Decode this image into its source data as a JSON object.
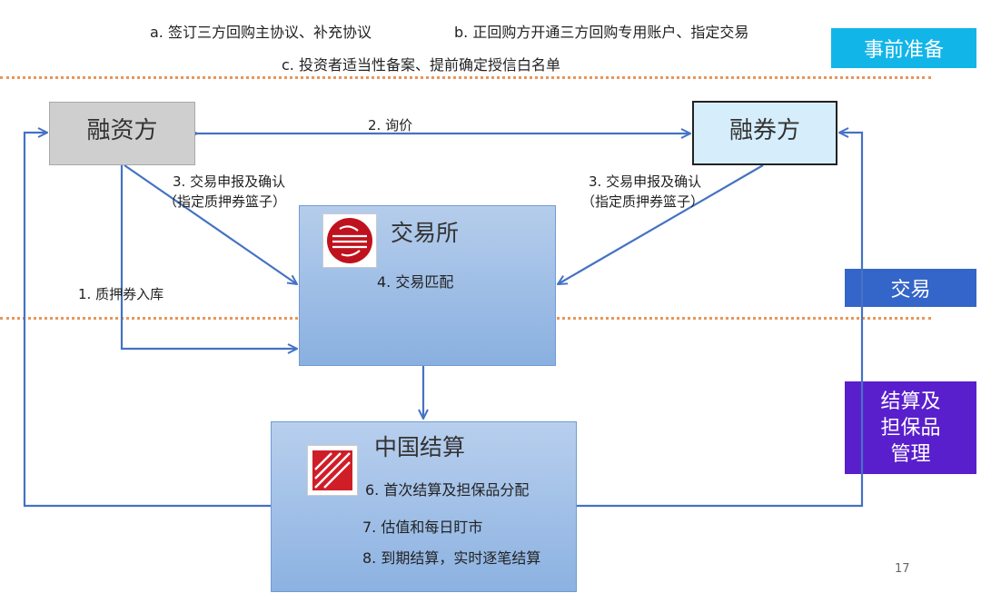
{
  "header": {
    "item_a": "a.  签订三方回购主协议、补充协议",
    "item_b": "b.  正回购方开通三方回购专用账户、指定交易",
    "item_c": "c.  投资者适当性备案、提前确定授信白名单"
  },
  "phases": {
    "pre": "事前准备",
    "trade": "交易",
    "settle_l1": "结算及",
    "settle_l2": "担保品",
    "settle_l3": "管理"
  },
  "nodes": {
    "financing": "融资方",
    "lending": "融券方",
    "exchange": "交易所",
    "exchange_step": "4. 交易匹配",
    "clearing": "中国结算",
    "clearing_step6": "6. 首次结算及担保品分配",
    "clearing_step7": "7. 估值和每日盯市",
    "clearing_step8": "8. 到期结算，实时逐笔结算"
  },
  "edges": {
    "inquiry": "2. 询价",
    "left_report_l1": "3. 交易申报及确认",
    "left_report_l2": "（指定质押券篮子）",
    "right_report_l1": "3. 交易申报及确认",
    "right_report_l2": "（指定质押券篮子）",
    "pledge_in": "1. 质押券入库"
  },
  "page_number": "17",
  "colors": {
    "arrow": "#4472c4",
    "pre_tag": "#12b5e8",
    "trade_tag": "#3465c8",
    "settle_tag": "#5a1fcc",
    "divider": "#e8965a"
  }
}
